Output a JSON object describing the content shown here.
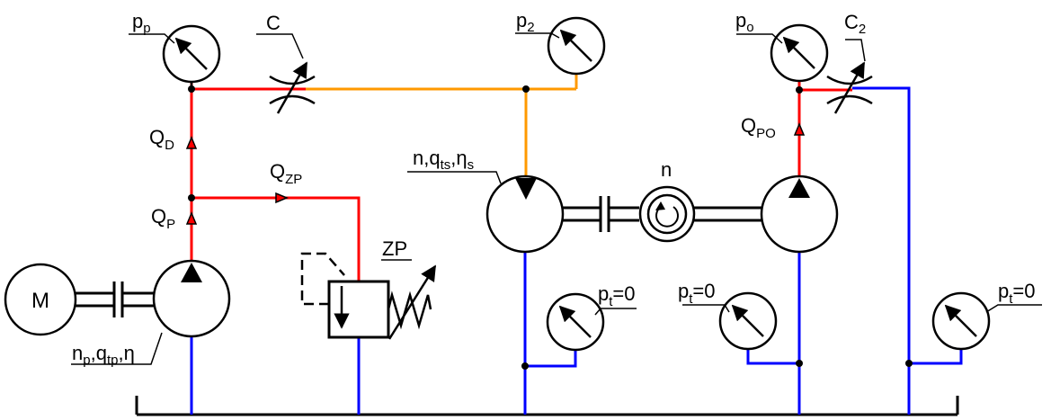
{
  "colors": {
    "pressure": "#ff0000",
    "signal": "#ff9900",
    "tank": "#0000ff",
    "outline": "#000000"
  },
  "labels": {
    "gauge_pp": {
      "base": "p",
      "sub": "p"
    },
    "throttle_c": "C",
    "gauge_p2": {
      "base": "p",
      "sub": "2"
    },
    "gauge_po": {
      "base": "p",
      "sub": "o"
    },
    "throttle_c2": {
      "base": "C",
      "sub": "2"
    },
    "flow_qd": {
      "base": "Q",
      "sub": "D"
    },
    "flow_qp": {
      "base": "Q",
      "sub": "P"
    },
    "flow_qzp": {
      "base": "Q",
      "sub": "ZP"
    },
    "flow_qpo": {
      "base": "Q",
      "sub": "PO"
    },
    "motor": "M",
    "pump_params": {
      "a": "n",
      "a_sub": "p",
      "b": ",q",
      "b_sub": "tp",
      "c": ",η"
    },
    "valve_zp": "ZP",
    "hydromotor_params": {
      "a": "n,q",
      "a_sub": "ts",
      "b": ",η",
      "b_sub": "s"
    },
    "speed_n": "n",
    "gauge_pt_1": {
      "base": "p",
      "sub": "t",
      "suffix": "=0"
    },
    "gauge_pt_2": {
      "base": "p",
      "sub": "t",
      "suffix": "=0"
    },
    "gauge_pt_3": {
      "base": "p",
      "sub": "t",
      "suffix": "=0"
    }
  }
}
